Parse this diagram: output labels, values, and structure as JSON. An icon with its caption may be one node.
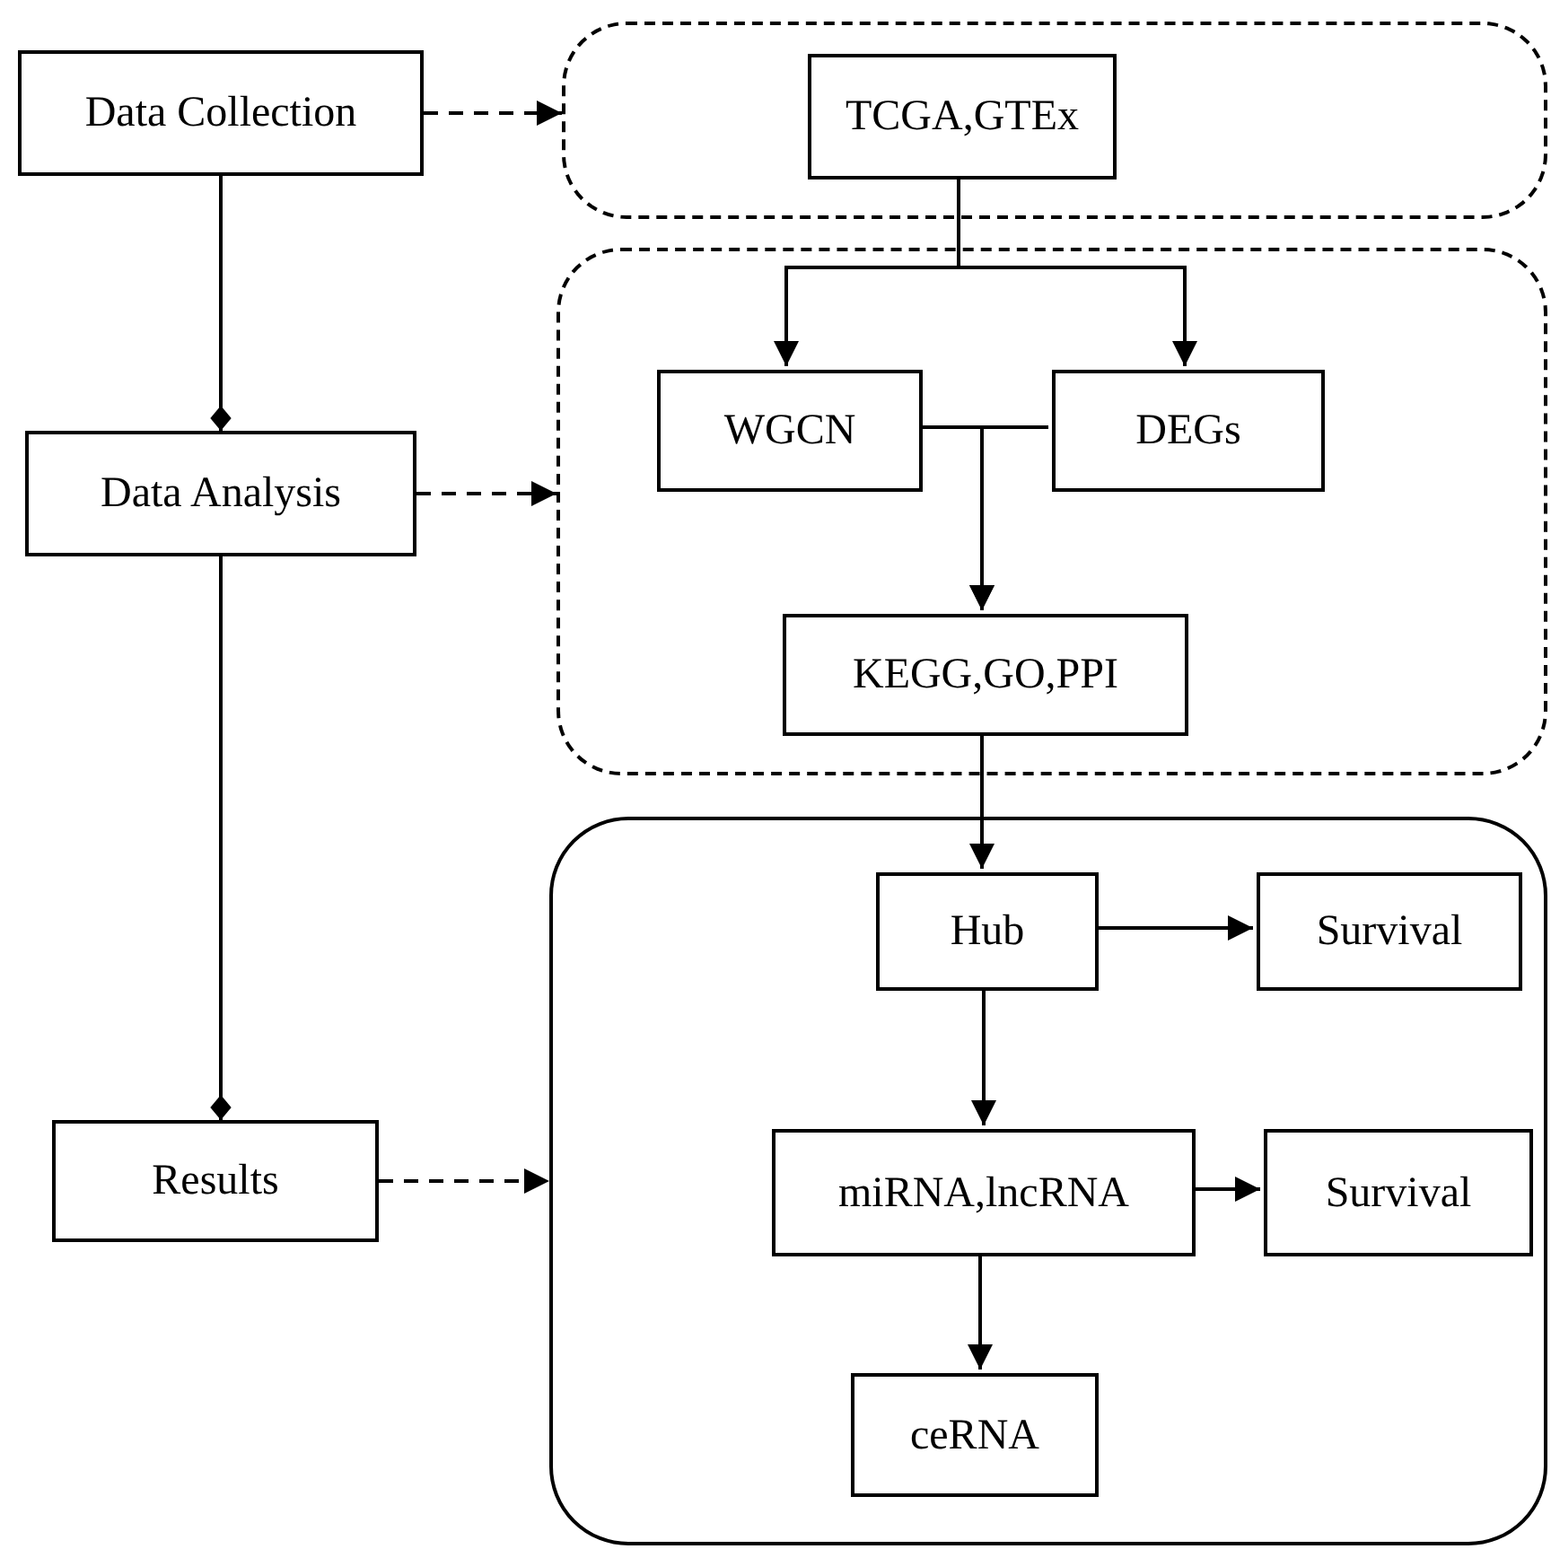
{
  "diagram": {
    "nodes": [
      {
        "text": [
          "Data Collection"
        ]
      },
      {
        "text": [],
        "shape": "box"
      },
      {
        "text": [
          "TCGA,GTEx"
        ],
        "in": 1
      },
      {
        "text": [
          "Data Analysis"
        ]
      },
      {
        "text": [],
        "shape": "box"
      },
      {
        "text": [
          "WGCN"
        ],
        "in": 4
      },
      {
        "text": [
          "DEGs"
        ],
        "in": 4
      },
      {
        "text": [
          "KEGG,GO,PPI"
        ],
        "in": 4
      },
      {
        "text": [
          "Results"
        ]
      },
      {
        "text": [],
        "shape": "box"
      },
      {
        "text": [
          "Hub"
        ],
        "in": 9
      },
      {
        "text": [
          "Survival"
        ],
        "in": 9
      },
      {
        "text": [
          "miRNA,lncRNA"
        ],
        "in": 9
      },
      {
        "text": [
          "Survival"
        ],
        "in": 9
      },
      {
        "text": [
          "ceRNA"
        ],
        "in": 9
      }
    ],
    "edges": [
      {
        "from": 0,
        "to": 1,
        "arrow": "to",
        "style": "dashed"
      },
      {
        "from": 0,
        "to": 3,
        "arrow": "other"
      },
      {
        "from": 3,
        "to": 4,
        "arrow": "to",
        "style": "dashed"
      },
      {
        "from": 3,
        "to": 8,
        "arrow": "other"
      },
      {
        "from": 8,
        "to": 9,
        "arrow": "to",
        "style": "dashed"
      },
      {
        "from": 2,
        "to": 5,
        "arrow": "to"
      },
      {
        "from": 2,
        "to": 6,
        "arrow": "to"
      },
      {
        "from": 5,
        "to": 7,
        "arrow": "to"
      },
      {
        "from": 6,
        "to": 7,
        "arrow": "to"
      },
      {
        "from": 7,
        "to": 10,
        "arrow": "to"
      },
      {
        "from": 10,
        "to": 11,
        "arrow": "to"
      },
      {
        "from": 10,
        "to": 12,
        "arrow": "to"
      },
      {
        "from": 12,
        "to": 13,
        "arrow": "to"
      },
      {
        "from": 12,
        "to": 14,
        "arrow": "to"
      }
    ]
  }
}
